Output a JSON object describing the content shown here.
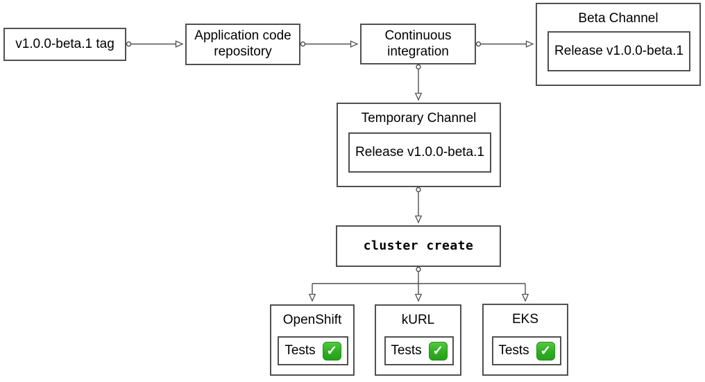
{
  "diagram": {
    "background": "#ffffff",
    "stroke_color": "#505050",
    "text_color": "#000000",
    "check_green": "#2fae22",
    "nodes": {
      "tag": {
        "label": "v1.0.0-beta.1 tag"
      },
      "repo": {
        "label": "Application code repository"
      },
      "ci": {
        "label": "Continuous integration"
      },
      "beta_channel": {
        "title": "Beta Channel",
        "release": "Release v1.0.0-beta.1"
      },
      "temporary_channel": {
        "title": "Temporary Channel",
        "release": "Release v1.0.0-beta.1"
      },
      "cluster_create": {
        "label": "cluster create"
      },
      "clusters": [
        {
          "title": "OpenShift",
          "tests": "Tests"
        },
        {
          "title": "kURL",
          "tests": "Tests"
        },
        {
          "title": "EKS",
          "tests": "Tests"
        }
      ]
    },
    "icons": {
      "check": "✓"
    },
    "edges": [
      {
        "from": "tag",
        "to": "repo"
      },
      {
        "from": "repo",
        "to": "ci"
      },
      {
        "from": "ci",
        "to": "beta_channel"
      },
      {
        "from": "ci",
        "to": "temporary_channel"
      },
      {
        "from": "temporary_channel",
        "to": "cluster_create"
      },
      {
        "from": "cluster_create",
        "to": "openshift"
      },
      {
        "from": "cluster_create",
        "to": "kurl"
      },
      {
        "from": "cluster_create",
        "to": "eks"
      }
    ]
  }
}
